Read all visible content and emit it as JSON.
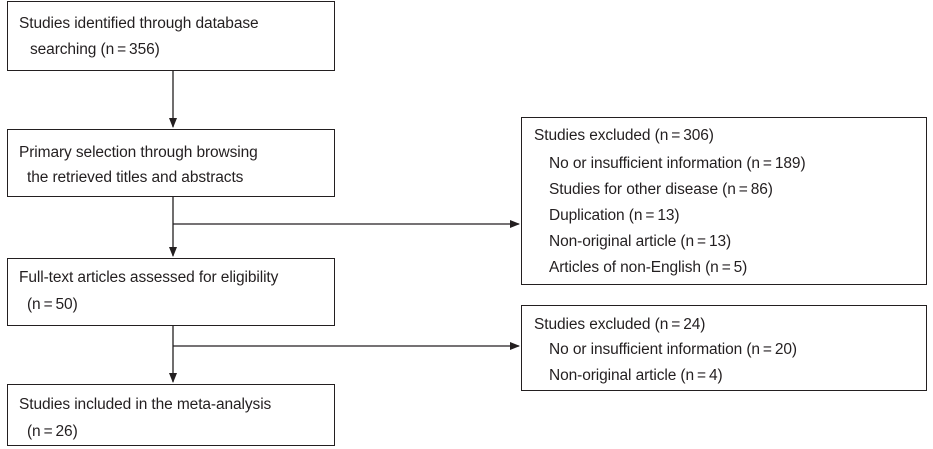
{
  "boxes": {
    "identified": {
      "line1": "Studies identified through database",
      "line2": "searching (n = 356)"
    },
    "primary": {
      "line1": "Primary selection through browsing",
      "line2": "the retrieved titles and abstracts"
    },
    "fulltext": {
      "line1": "Full-text articles assessed for eligibility",
      "line2": "(n = 50)"
    },
    "included": {
      "line1": "Studies included in the meta-analysis",
      "line2": "(n = 26)"
    },
    "excluded1": {
      "title": "Studies excluded (n = 306)",
      "items": [
        "No or insufficient information (n = 189)",
        "Studies for other disease (n = 86)",
        "Duplication (n = 13)",
        "Non-original article (n = 13)",
        "Articles of non-English (n = 5)"
      ]
    },
    "excluded2": {
      "title": "Studies excluded (n = 24)",
      "items": [
        "No or insufficient information (n = 20)",
        "Non-original article (n = 4)"
      ]
    }
  }
}
